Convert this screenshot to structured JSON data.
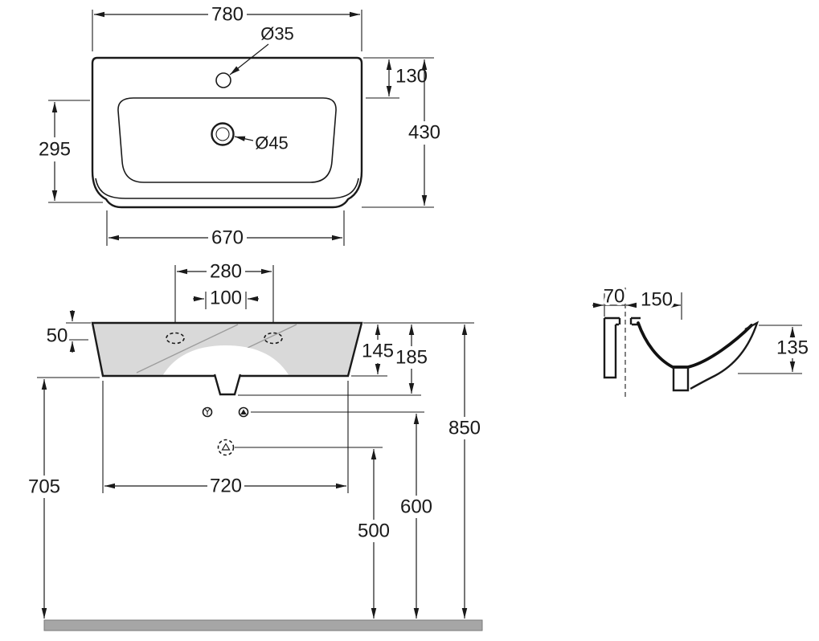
{
  "drawing": {
    "top_view": {
      "overall_width": "780",
      "tap_hole_diameter": "Ø35",
      "tap_hole_from_back_edge": "130",
      "overall_depth": "430",
      "bowl_depth": "295",
      "bottom_width": "670",
      "drain_diameter": "Ø45"
    },
    "front_view": {
      "tap_hole_spacing": "280",
      "supply_spacing": "100",
      "rim_thickness": "50",
      "body_height": "145",
      "height_with_outlet": "185",
      "rim_height_from_floor": "850",
      "base_width": "720",
      "supply_height_from_floor": "600",
      "waste_height_from_floor": "500",
      "underside_height_from_floor": "705"
    },
    "side_view": {
      "wall_to_tap_center": "70",
      "tap_center_to_front": "150",
      "front_edge_height": "135"
    },
    "colors": {
      "line_color": "#1a1a1a",
      "body_fill": "#d9d9d9",
      "floor_fill": "#a6a6a6"
    }
  }
}
